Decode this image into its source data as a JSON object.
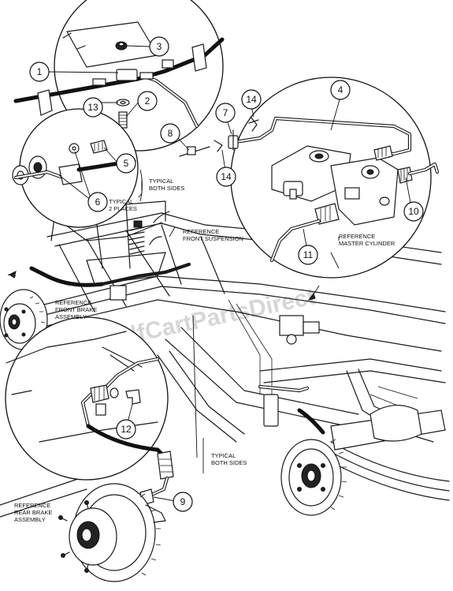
{
  "watermark": "GolfCartPartsDirect",
  "callouts": [
    "1",
    "2",
    "3",
    "4",
    "5",
    "6",
    "7",
    "8",
    "9",
    "10",
    "11",
    "12",
    "13",
    "14",
    "14"
  ],
  "notes": {
    "typical_both_sides_top": [
      "TYPICAL",
      "BOTH SIDES"
    ],
    "typical_2_places": [
      "TYPICAL",
      "2 PLACES"
    ],
    "ref_front_suspension": [
      "REFERENCE",
      "FRONT SUSPENSION"
    ],
    "ref_master_cylinder": [
      "REFERENCE",
      "MASTER CYLINDER"
    ],
    "ref_front_brake": [
      "REFERENCE",
      "FRONT BRAKE",
      "ASSEMBLY"
    ],
    "typical_both_sides_bottom": [
      "TYPICAL",
      "BOTH SIDES"
    ],
    "ref_rear_brake": [
      "REFERENCE",
      "REAR BRAKE",
      "ASSEMBLY"
    ]
  }
}
